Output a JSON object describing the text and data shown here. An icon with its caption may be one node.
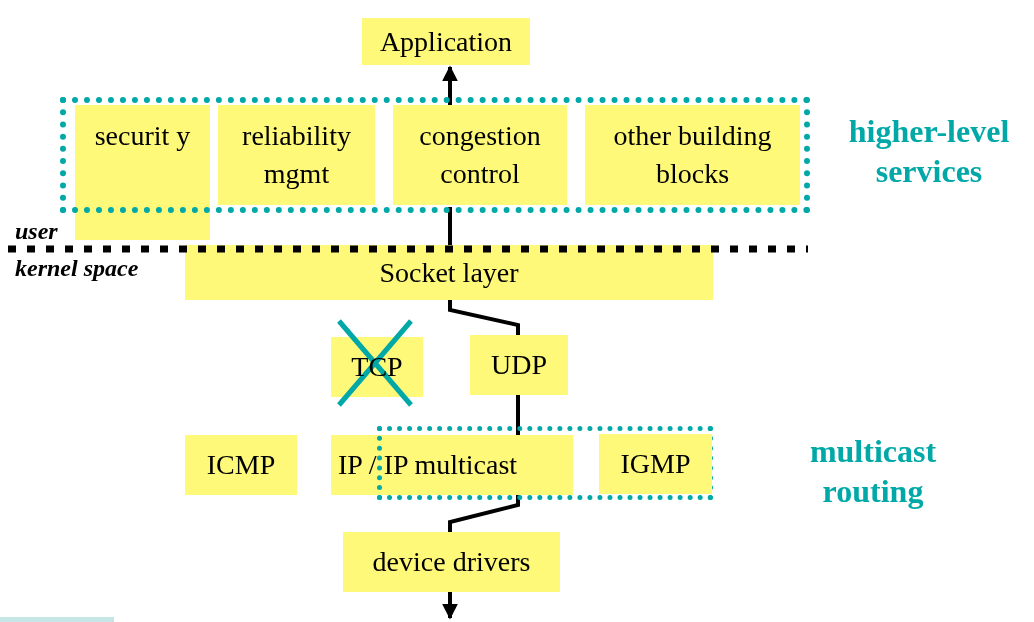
{
  "diagram": {
    "nodes": [
      {
        "text": [
          "Application"
        ]
      },
      {
        "text": [
          "higher-level services"
        ]
      },
      {
        "text": [
          "securit y"
        ]
      },
      {
        "text": [
          "reliability mgmt"
        ],
        "in": 1
      },
      {
        "text": [
          "congestion control"
        ],
        "in": 1
      },
      {
        "text": [
          "other building blocks"
        ],
        "in": 1
      },
      {
        "text": [
          "Socket layer"
        ]
      },
      {
        "text": [
          "TCP"
        ]
      },
      {
        "text": [
          "UDP"
        ]
      },
      {
        "text": [
          "multicast routing"
        ]
      },
      {
        "text": [
          "ICMP"
        ]
      },
      {
        "text": [
          "IP / IP multicast"
        ]
      },
      {
        "text": [
          "IGMP"
        ],
        "in": 9
      },
      {
        "text": [
          "device drivers"
        ]
      }
    ],
    "edges": [
      {
        "from": 6,
        "to": 4,
        "arrow": "none"
      },
      {
        "from": 4,
        "to": 0,
        "arrow": "to"
      },
      {
        "from": 6,
        "to": 8,
        "arrow": "none"
      },
      {
        "from": 8,
        "to": 11,
        "arrow": "none"
      },
      {
        "from": 11,
        "to": 13,
        "arrow": "none"
      },
      {
        "from": 13,
        "to": null,
        "arrow": "to"
      }
    ],
    "labels": [
      "user",
      "kernel space"
    ]
  }
}
